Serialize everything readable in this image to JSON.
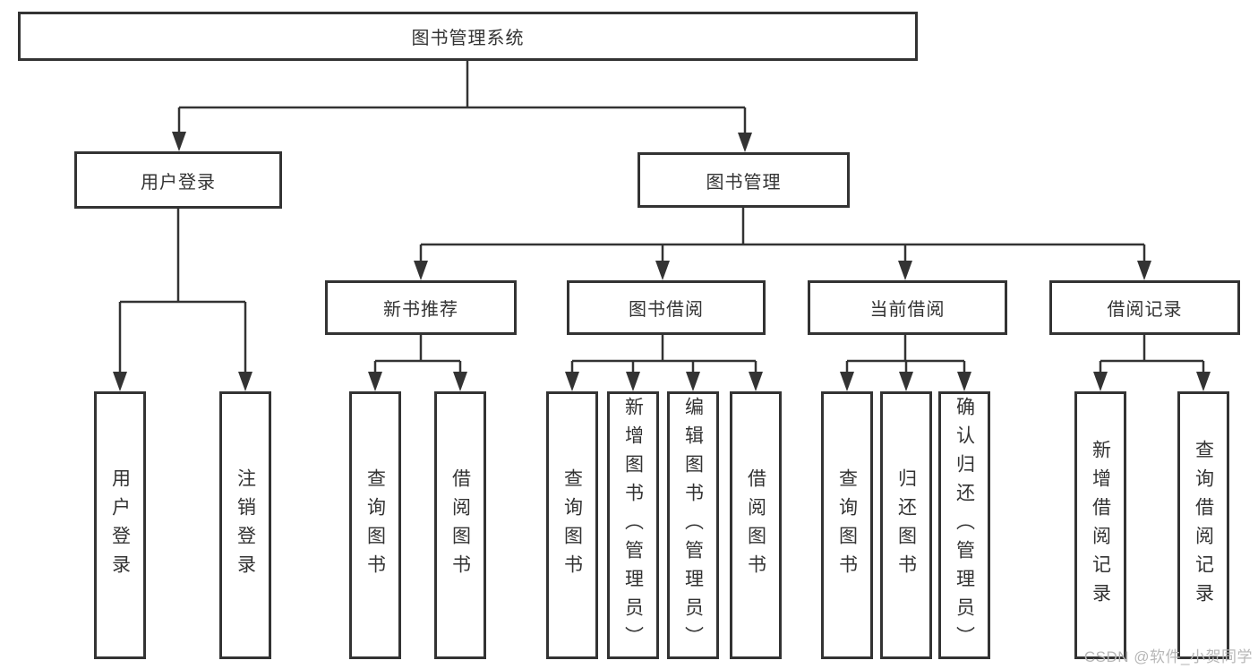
{
  "tree": {
    "label": "图书管理系统",
    "children": [
      {
        "label": "用户登录",
        "children": [
          {
            "label": "用户登录"
          },
          {
            "label": "注销登录"
          }
        ]
      },
      {
        "label": "图书管理",
        "children": [
          {
            "label": "新书推荐",
            "children": [
              {
                "label": "查询图书"
              },
              {
                "label": "借阅图书"
              }
            ]
          },
          {
            "label": "图书借阅",
            "children": [
              {
                "label": "查询图书"
              },
              {
                "label": "新增图书（管理员）"
              },
              {
                "label": "编辑图书（管理员）"
              },
              {
                "label": "借阅图书"
              }
            ]
          },
          {
            "label": "当前借阅",
            "children": [
              {
                "label": "查询图书"
              },
              {
                "label": "归还图书"
              },
              {
                "label": "确认归还（管理员）"
              }
            ]
          },
          {
            "label": "借阅记录",
            "children": [
              {
                "label": "新增借阅记录"
              },
              {
                "label": "查询借阅记录"
              }
            ]
          }
        ]
      }
    ]
  },
  "watermark": {
    "text": "CSDN @软件_小贺同学"
  },
  "colors": {
    "line": "#333333",
    "border": "#333333",
    "text": "#333333",
    "background": "#ffffff",
    "watermark": "#b7b7b7"
  }
}
